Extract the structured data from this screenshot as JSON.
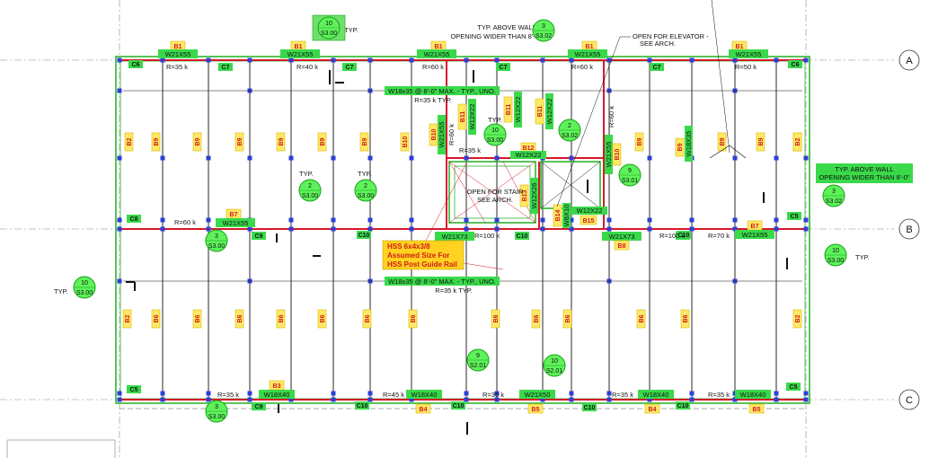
{
  "colors": {
    "beam": "#d6182a",
    "outline": "#2fb52f",
    "tag_green": "#39d94a",
    "tag_yellow": "#ffe866",
    "grid": "#8a8a8a",
    "column_square": "#2e3fd6"
  },
  "grid_labels": [
    "A",
    "B",
    "C"
  ],
  "column_tags": [
    "C6",
    "C7",
    "C7",
    "C7",
    "C7",
    "C6",
    "C8",
    "C9",
    "C10",
    "C10",
    "C10",
    "C10",
    "C5",
    "C5",
    "C9",
    "C10",
    "C10",
    "C10",
    "C10",
    "C5"
  ],
  "beam_callouts_top": [
    {
      "mark": "B1",
      "size": "W21X55"
    },
    {
      "mark": "B1",
      "size": "W21X55"
    },
    {
      "mark": "B1",
      "size": "W21X55"
    },
    {
      "mark": "B1",
      "size": "W21X55"
    },
    {
      "mark": "B1",
      "size": "W21X55"
    }
  ],
  "beam_callouts_mid": [
    {
      "mark": "B7",
      "size": "W21X55"
    },
    {
      "mark": "B8",
      "size": "W21X73"
    },
    {
      "mark": "B8",
      "size": "W21X73"
    },
    {
      "mark": "B7",
      "size": "W21X55"
    }
  ],
  "beam_callouts_bottom": [
    {
      "mark": "B3",
      "size": "W18X40"
    },
    {
      "mark": "B4",
      "size": "W18X40"
    },
    {
      "mark": "B5",
      "size": "W21X50"
    },
    {
      "mark": "B4",
      "size": "W18X40"
    },
    {
      "mark": "B5",
      "size": "W18X40"
    }
  ],
  "vertical_marks_upper": [
    "B2",
    "B9",
    "B9",
    "B9",
    "B9",
    "B9",
    "B9",
    "B10",
    "B9",
    "B9",
    "B9",
    "B9",
    "B2"
  ],
  "vertical_marks_lower": [
    "B2",
    "B6",
    "B6",
    "B6",
    "B6",
    "B6",
    "B6",
    "B6",
    "B6",
    "B6",
    "B6",
    "B6",
    "B6",
    "B2"
  ],
  "opening_beams": {
    "b11a": "B11",
    "b11b": "B11",
    "b11c": "B11",
    "w12a": "W12X22",
    "w12b": "W12X22",
    "w12c": "W12X22",
    "w21x55": "W21X55",
    "rvert": "R=60 k",
    "b10": "B10",
    "w21x55b": "W21X55",
    "b10b": "B10",
    "rvert2": "R=60 k",
    "b12": "B12",
    "w12x22": "W12X22",
    "b13": "B13",
    "w12x26": "W12X26",
    "b14": "B14",
    "w8x": "W8X10",
    "b15": "B15",
    "w12x22b": "W12X22",
    "w18x35": "W18X35",
    "b9": "B9"
  },
  "reactions": {
    "r1": "R=35 k",
    "r2": "R=40 k",
    "r3": "R=60 k",
    "r4": "R=60 k",
    "r5": "R=50 k",
    "r6": "R=60 k",
    "r7": "R=100 k",
    "r8": "R=100 k",
    "r9": "R=70 k",
    "r10": "R=35 k",
    "r11": "R=35 k",
    "r12": "R=45 k",
    "r13": "R=35 k",
    "r14": "R=35 k",
    "r15": "R=35 k"
  },
  "joist_notes": {
    "upper": "W18x35 @ 8'-0\" MAX. - TYP., UNO.",
    "upper_r": "R=35 k TYP.",
    "lower": "W18x35 @ 8'-0\" MAX. - TYP., UNO.",
    "lower_r": "R=35 k TYP."
  },
  "notes": {
    "typ": "TYP.",
    "above_wall_1": "TYP. ABOVE WALL",
    "above_wall_2": "OPENING WIDER THAN 8'-0\"",
    "elevator_1": "OPEN FOR ELEVATOR -",
    "elevator_2": "SEE ARCH.",
    "stair_1": "OPEN FOR STAIR",
    "stair_2": "SEE ARCH.",
    "hss_1": "HSS 6x4x3/8",
    "hss_2": "Assumed Size For",
    "hss_3": "HSS Post Guide Rail"
  },
  "detail_bubbles": [
    {
      "num": "10",
      "sheet": "S3.00"
    },
    {
      "num": "3",
      "sheet": "S3.02"
    },
    {
      "num": "10",
      "sheet": "S3.00"
    },
    {
      "num": "2",
      "sheet": "S3.02"
    },
    {
      "num": "9",
      "sheet": "S3.01"
    },
    {
      "num": "2",
      "sheet": "S3.00"
    },
    {
      "num": "2",
      "sheet": "S3.00"
    },
    {
      "num": "3",
      "sheet": "S3.02"
    },
    {
      "num": "3",
      "sheet": "S3.00"
    },
    {
      "num": "10",
      "sheet": "S3.00"
    },
    {
      "num": "10",
      "sheet": "S3.00"
    },
    {
      "num": "9",
      "sheet": "S2.01"
    },
    {
      "num": "10",
      "sheet": "S2.01"
    },
    {
      "num": "3",
      "sheet": "S3.00"
    }
  ]
}
